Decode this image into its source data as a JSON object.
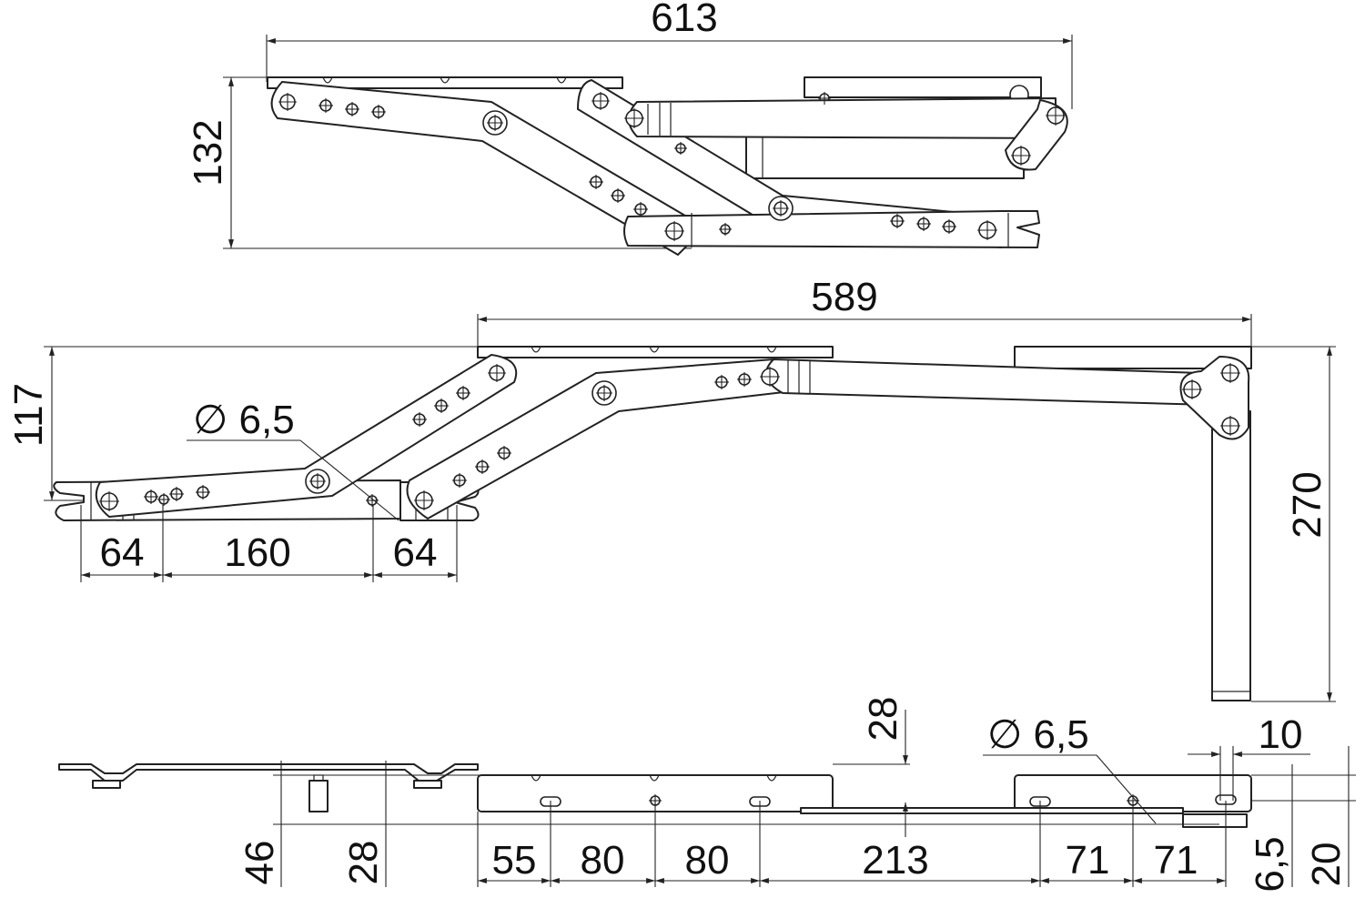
{
  "views": {
    "top": {
      "width_label": "613",
      "height_label": "132"
    },
    "middle": {
      "width_label": "589",
      "height_label": "117",
      "leg_height_label": "270",
      "hole_label": "∅ 6,5",
      "spacing_labels": [
        "64",
        "160",
        "64"
      ]
    },
    "bottom": {
      "offset_label": "28",
      "hole_label": "∅ 6,5",
      "gap_label": "10",
      "left_heights": [
        "46",
        "28"
      ],
      "right_heights": [
        "6,5",
        "20"
      ],
      "spacing_labels": [
        "55",
        "80",
        "80",
        "213",
        "71",
        "71"
      ]
    }
  },
  "colors": {
    "line": "#222222",
    "background": "#ffffff"
  }
}
